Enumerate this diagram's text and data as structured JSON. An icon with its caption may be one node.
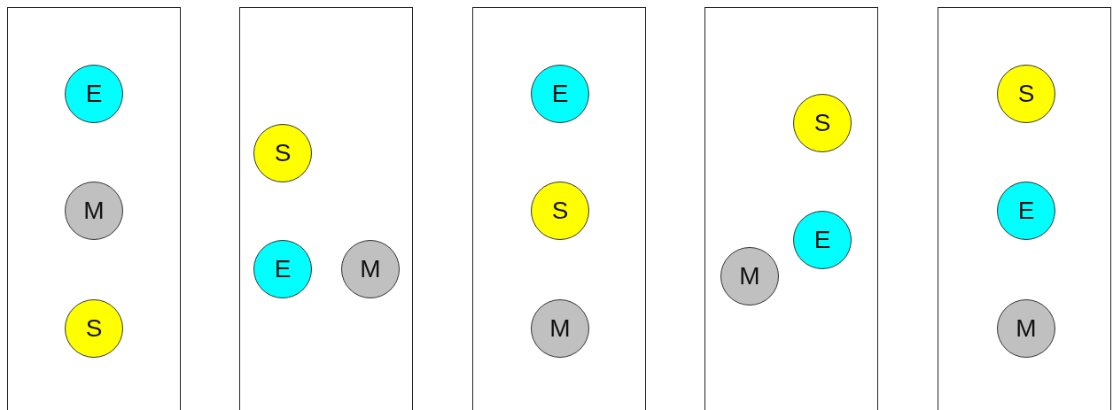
{
  "diagram": {
    "nodes": [
      {
        "text": [],
        "shape": "box"
      },
      {
        "text": [
          "E"
        ],
        "in": 0
      },
      {
        "text": [
          "M"
        ],
        "in": 0
      },
      {
        "text": [
          "S"
        ],
        "in": 0
      },
      {
        "text": [],
        "shape": "box"
      },
      {
        "text": [
          "S"
        ],
        "in": 4
      },
      {
        "text": [
          "E"
        ],
        "in": 4
      },
      {
        "text": [
          "M"
        ],
        "in": 4
      },
      {
        "text": [],
        "shape": "box"
      },
      {
        "text": [
          "E"
        ],
        "in": 8
      },
      {
        "text": [
          "S"
        ],
        "in": 8
      },
      {
        "text": [
          "M"
        ],
        "in": 8
      },
      {
        "text": [],
        "shape": "box"
      },
      {
        "text": [
          "S"
        ],
        "in": 12
      },
      {
        "text": [
          "E"
        ],
        "in": 12
      },
      {
        "text": [
          "M"
        ],
        "in": 12
      },
      {
        "text": [],
        "shape": "box"
      },
      {
        "text": [
          "S"
        ],
        "in": 16
      },
      {
        "text": [
          "E"
        ],
        "in": 16
      },
      {
        "text": [
          "M"
        ],
        "in": 16
      }
    ]
  }
}
